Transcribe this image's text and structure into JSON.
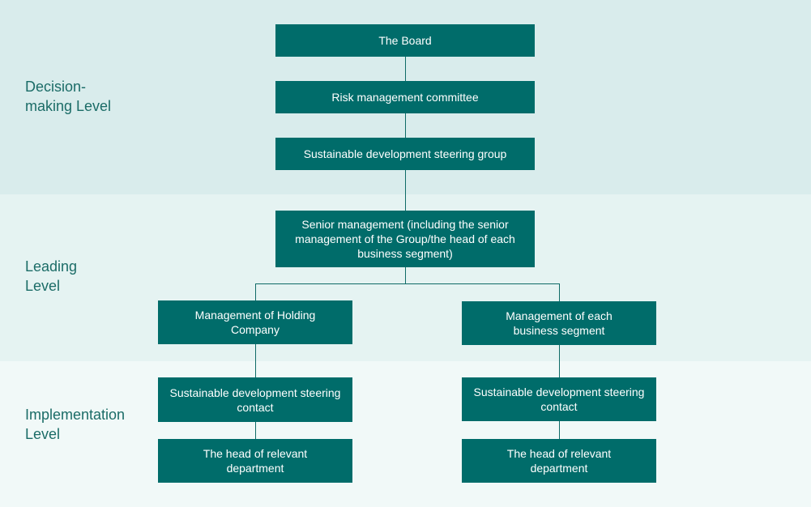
{
  "levels": {
    "decision": "Decision-\nmaking Level",
    "leading": "Leading\nLevel",
    "implementation": "Implementation\nLevel"
  },
  "nodes": {
    "board": "The Board",
    "risk_committee": "Risk management committee",
    "steering_group": "Sustainable development steering group",
    "senior_management": "Senior management (including the senior management of the Group/the head of each business segment)",
    "holding_management": "Management of Holding Company",
    "segment_management": "Management of each business segment",
    "left_contact": "Sustainable development steering contact",
    "right_contact": "Sustainable development steering contact",
    "left_department_head": "The head of relevant department",
    "right_department_head": "The head of relevant department"
  },
  "colors": {
    "box": "#006c6a",
    "band_decision": "#d9ecec",
    "band_leading": "#e5f3f2",
    "band_implementation": "#f1f9f8",
    "label": "#1b6c67"
  }
}
